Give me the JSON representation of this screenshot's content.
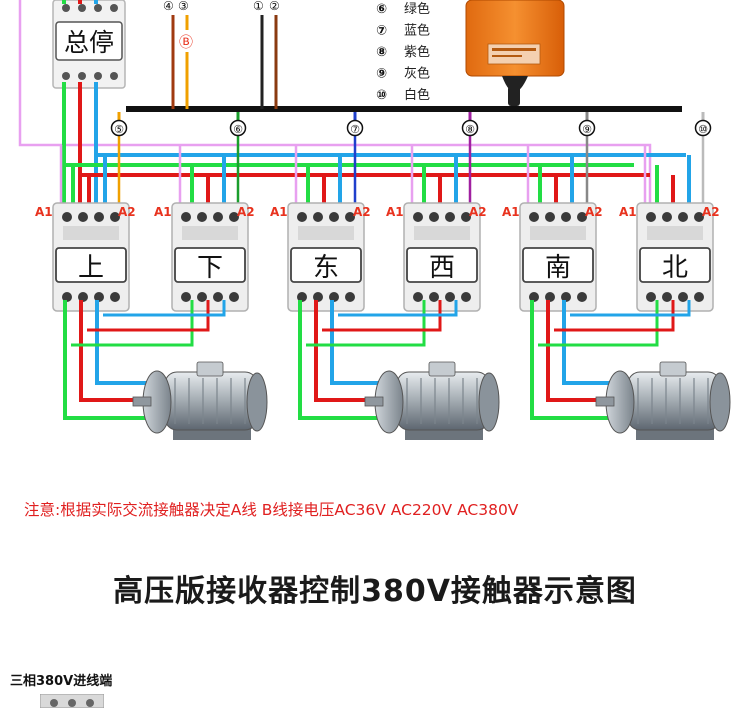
{
  "top_contactor": {
    "label": "总停"
  },
  "terminal_markers": [
    "④",
    "③",
    "①",
    "②"
  ],
  "b_marker": "Ⓑ",
  "legend": [
    {
      "num": "⑥",
      "text": "绿色",
      "color": "#1a9e2c"
    },
    {
      "num": "⑦",
      "text": "蓝色",
      "color": "#1f3fcc"
    },
    {
      "num": "⑧",
      "text": "紫色",
      "color": "#a020a0"
    },
    {
      "num": "⑨",
      "text": "灰色",
      "color": "#888888"
    },
    {
      "num": "⑩",
      "text": "白色",
      "color": "#bbbbbb"
    }
  ],
  "bus_terminals": [
    "⑤",
    "⑥",
    "⑦",
    "⑧",
    "⑨",
    "⑩"
  ],
  "bus_wire_colors": [
    "#f0a000",
    "#1a9e2c",
    "#1f3fcc",
    "#a020a0",
    "#888888",
    "#bbbbbb"
  ],
  "contactors": [
    {
      "label": "上",
      "a1": "A1",
      "a2": "A2"
    },
    {
      "label": "下",
      "a1": "A1",
      "a2": "A2"
    },
    {
      "label": "东",
      "a1": "A1",
      "a2": "A2"
    },
    {
      "label": "西",
      "a1": "A1",
      "a2": "A2"
    },
    {
      "label": "南",
      "a1": "A1",
      "a2": "A2"
    },
    {
      "label": "北",
      "a1": "A1",
      "a2": "A2"
    }
  ],
  "phase_colors": {
    "green": "#22dd44",
    "red": "#e01818",
    "blue": "#22a4e8",
    "pink": "#e8a0f0"
  },
  "note": "注意:根据实际交流接触器决定A线 B线接电压AC36V AC220V AC380V",
  "title": "高压版接收器控制380V接触器示意图",
  "footer_label": "三相380V进线端"
}
